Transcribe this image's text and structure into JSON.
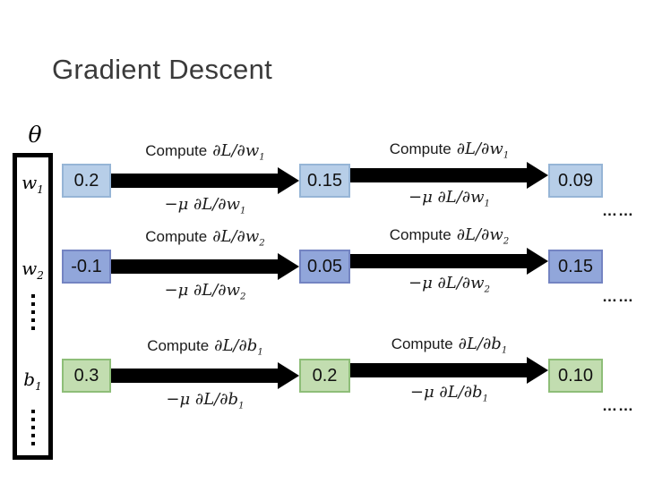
{
  "slide": {
    "title": "Gradient Descent",
    "background": "#ffffff",
    "title_color": "#3a3a3a"
  },
  "labels": {
    "compute": "Compute"
  },
  "theta_vector": {
    "symbol": "θ",
    "entries": {
      "w1": {
        "base": "w",
        "sub": "1"
      },
      "w2": {
        "base": "w",
        "sub": "2"
      },
      "b1": {
        "base": "b",
        "sub": "1"
      }
    },
    "ellipsis_vertical": "⋮"
  },
  "colors": {
    "row1_fill": "#b7cee8",
    "row1_border": "#96b5d6",
    "row2_fill": "#91a6da",
    "row2_border": "#7484c2",
    "row3_fill": "#c2ddb0",
    "row3_border": "#8ebe78",
    "arrow": "#000000",
    "title": "#3a3a3a"
  },
  "rows": [
    {
      "param_base": "w",
      "param_sub": "1",
      "values": {
        "start": "0.2",
        "mid": "0.15",
        "end": "0.09"
      },
      "grad_expr": "∂L/∂w",
      "grad_sub": "1",
      "update_expr": "−μ ∂L/∂w",
      "update_sub": "1",
      "trailing_dots": "……"
    },
    {
      "param_base": "w",
      "param_sub": "2",
      "values": {
        "start": "-0.1",
        "mid": "0.05",
        "end": "0.15"
      },
      "grad_expr": "∂L/∂w",
      "grad_sub": "2",
      "update_expr": "−μ ∂L/∂w",
      "update_sub": "2",
      "trailing_dots": "……"
    },
    {
      "param_base": "b",
      "param_sub": "1",
      "values": {
        "start": "0.3",
        "mid": "0.2",
        "end": "0.10"
      },
      "grad_expr": "∂L/∂b",
      "grad_sub": "1",
      "update_expr": "−μ ∂L/∂b",
      "update_sub": "1",
      "trailing_dots": "……"
    }
  ]
}
